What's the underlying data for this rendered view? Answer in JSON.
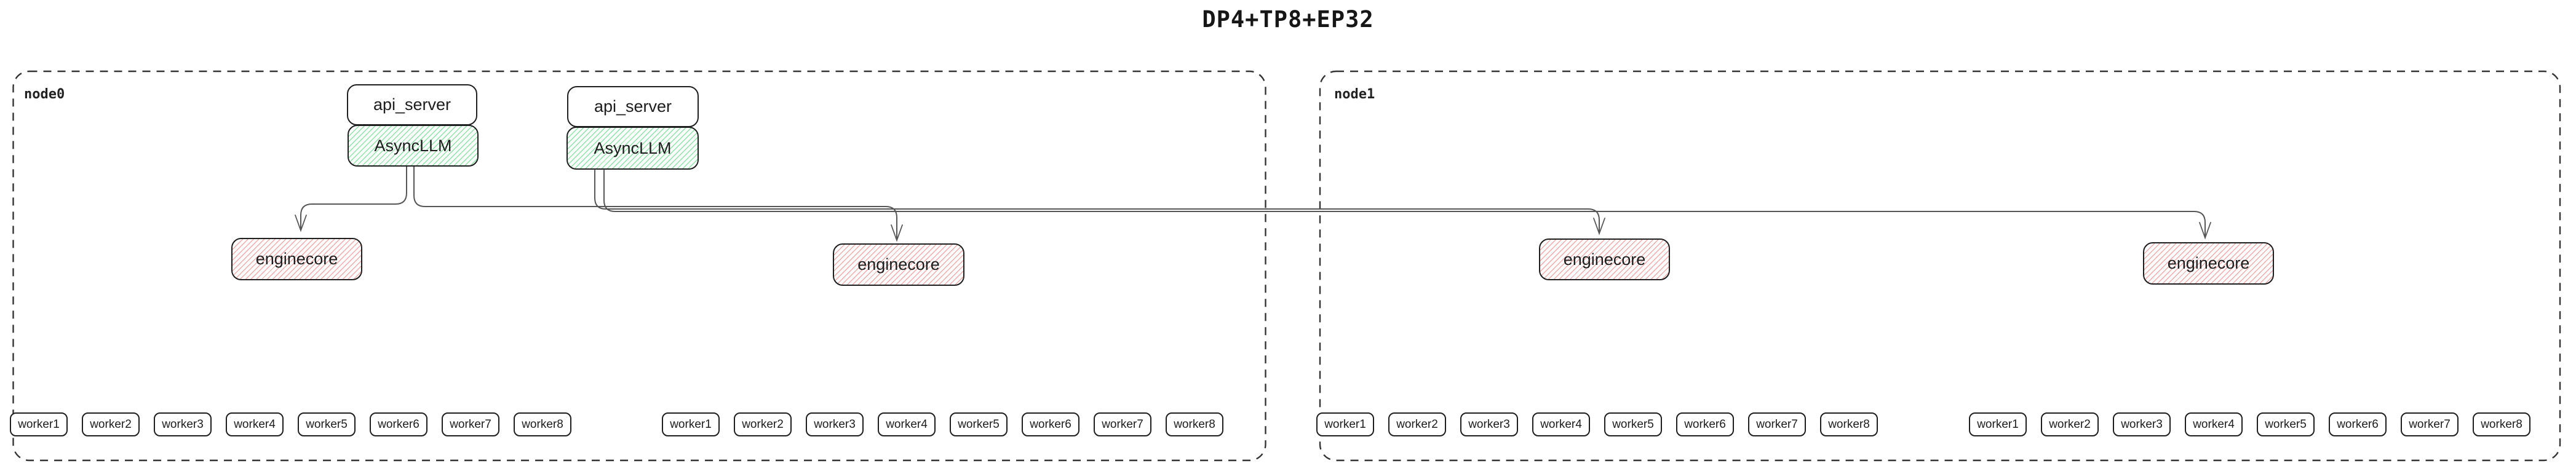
{
  "title": "DP4+TP8+EP32",
  "colors": {
    "background": "#ffffff",
    "box_border": "#1e1e1e",
    "asyncllm_hatch_green": "#8fe3a6",
    "enginecore_hatch_pink": "#f2abab",
    "node_border_dashed": "#343434",
    "wire_gray": "#565656"
  },
  "node0": {
    "label": "node0",
    "stacks": [
      {
        "api_server": "api_server",
        "asyncllm": "AsyncLLM"
      },
      {
        "api_server": "api_server",
        "asyncllm": "AsyncLLM"
      }
    ],
    "enginecores": [
      "enginecore",
      "enginecore"
    ],
    "worker_groups": [
      {
        "workers": [
          "worker1",
          "worker2",
          "worker3",
          "worker4",
          "worker5",
          "worker6",
          "worker7",
          "worker8"
        ]
      },
      {
        "workers": [
          "worker1",
          "worker2",
          "worker3",
          "worker4",
          "worker5",
          "worker6",
          "worker7",
          "worker8"
        ]
      }
    ]
  },
  "node1": {
    "label": "node1",
    "enginecores": [
      "enginecore",
      "enginecore"
    ],
    "worker_groups": [
      {
        "workers": [
          "worker1",
          "worker2",
          "worker3",
          "worker4",
          "worker5",
          "worker6",
          "worker7",
          "worker8"
        ]
      },
      {
        "workers": [
          "worker1",
          "worker2",
          "worker3",
          "worker4",
          "worker5",
          "worker6",
          "worker7",
          "worker8"
        ]
      }
    ]
  },
  "connections": [
    {
      "from": "node0.asyncllm.0",
      "to": "node0.enginecore.0",
      "arrow": "down"
    },
    {
      "from": "node0.asyncllm.0",
      "to": "node0.enginecore.1",
      "arrow": "down"
    },
    {
      "from": "node0.asyncllm.1",
      "to": "node1.enginecore.0",
      "arrow": "down"
    },
    {
      "from": "node0.asyncllm.1",
      "to": "node1.enginecore.1",
      "arrow": "down"
    }
  ]
}
